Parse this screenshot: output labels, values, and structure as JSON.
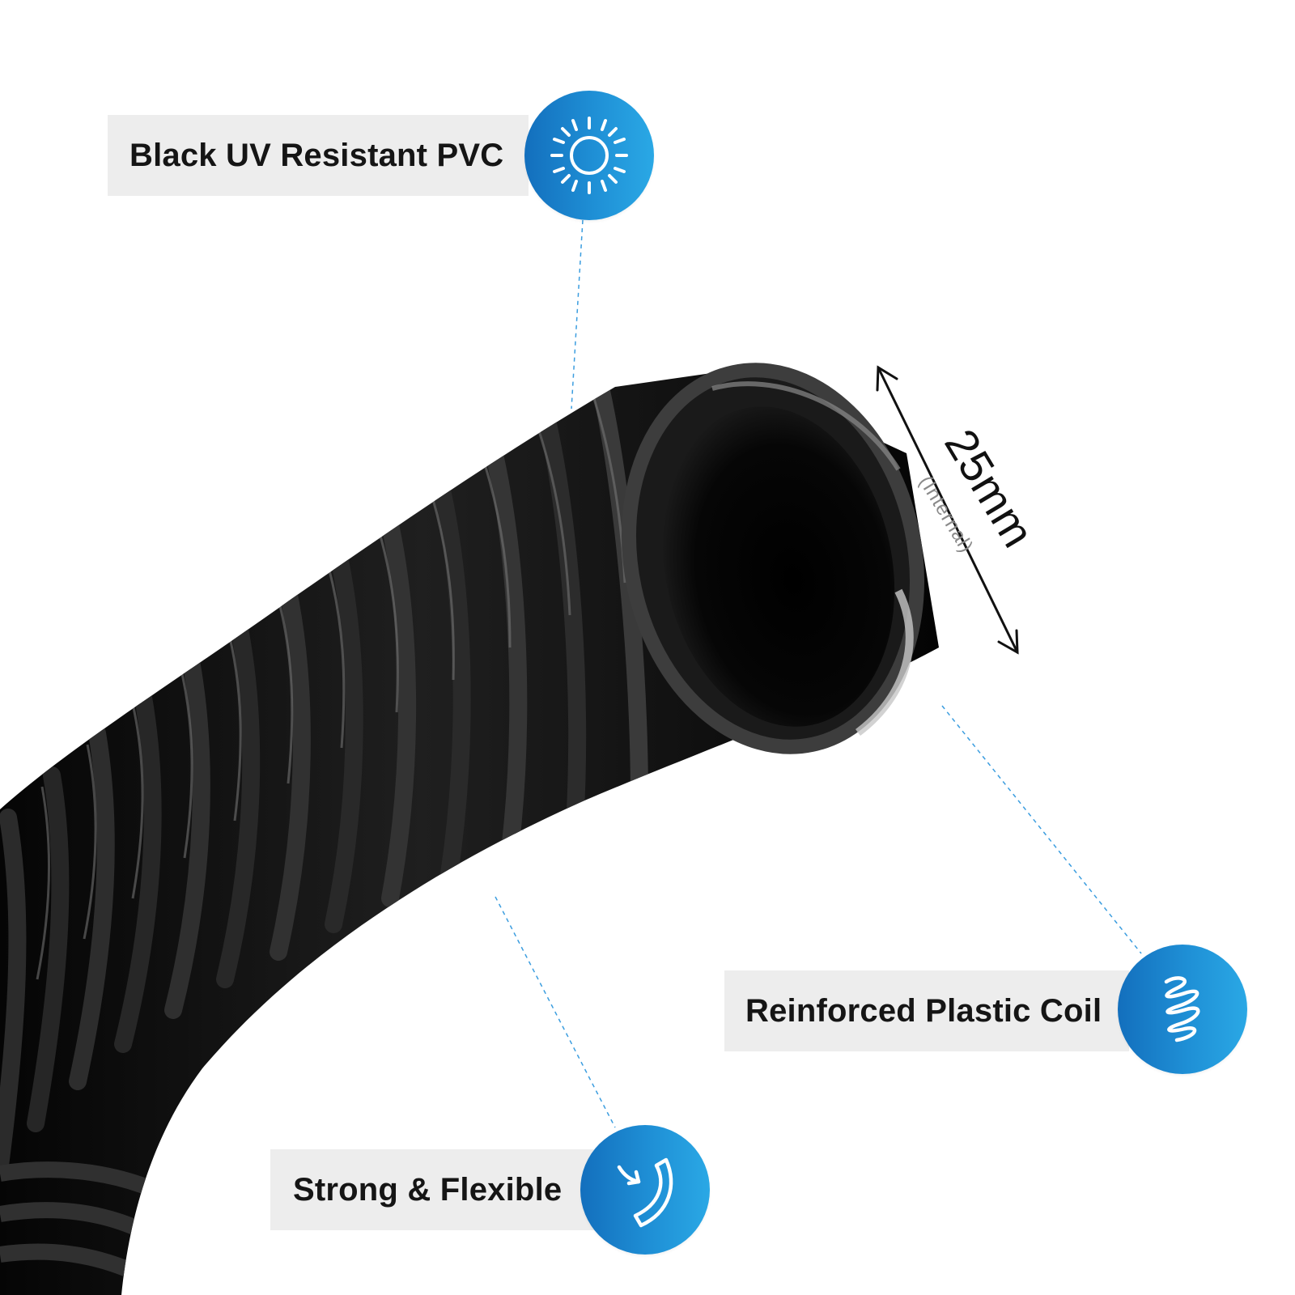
{
  "features": {
    "uv": {
      "label": "Black UV Resistant PVC",
      "icon": "sun-icon"
    },
    "coil": {
      "label": "Reinforced Plastic Coil",
      "icon": "coil-spring-icon"
    },
    "flexible": {
      "label": "Strong & Flexible",
      "icon": "bend-arrow-icon"
    }
  },
  "dimension": {
    "value": "25mm",
    "note": "(Internal)"
  },
  "colors": {
    "badge_gradient_start": "#136fbd",
    "badge_gradient_end": "#2aa8e5",
    "label_background": "#ededed",
    "leader_line": "#3b9ddf"
  }
}
